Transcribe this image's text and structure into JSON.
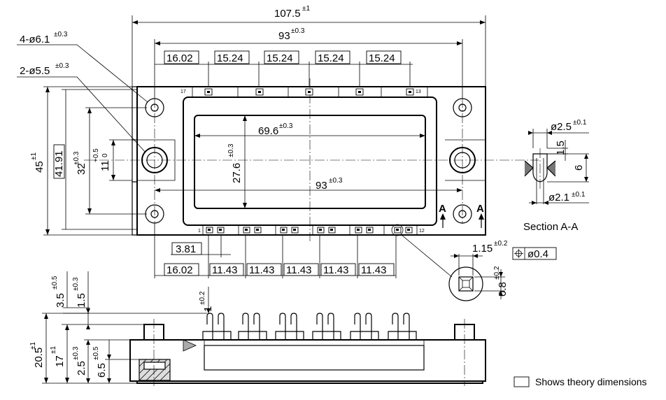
{
  "top_view": {
    "overall_width": "107.5",
    "overall_width_tol": "±1",
    "hole_pitch": "93",
    "hole_pitch_tol": "±0.3",
    "hole_large_label": "4-ø6.1",
    "hole_large_tol": "±0.3",
    "hole_small_label": "2-ø5.5",
    "hole_small_tol": "±0.3",
    "top_pin_dims": [
      "16.02",
      "15.24",
      "15.24",
      "15.24",
      "15.24"
    ],
    "inner_width": "69.6",
    "inner_width_tol": "±0.3",
    "inner_height": "27.6",
    "inner_height_tol": "±0.3",
    "inner_bottom_width": "93",
    "inner_bottom_width_tol": "±0.3",
    "overall_height": "45",
    "overall_height_tol": "±1",
    "body_height": "41.91",
    "hole_vertical_pitch": "32",
    "hole_vertical_pitch_tol": "±0.3",
    "slot_width": "11",
    "slot_width_tol_upper": "+0.5",
    "slot_width_tol_lower": "0",
    "section_mark": "A",
    "pin_numbers": {
      "top_left": "17",
      "top_right": "13",
      "bottom_left": "1",
      "bottom_right": "12"
    },
    "bottom_pin_offset": "3.81",
    "bottom_pin_dims": [
      "16.02",
      "11.43",
      "11.43",
      "11.43",
      "11.43",
      "11.43"
    ]
  },
  "pin_detail": {
    "tolerance_width": "1.15",
    "tolerance_width_tol": "±0.2",
    "position_tolerance": "ø0.4",
    "pin_size": "0.8",
    "pin_size_tol": "±0.2"
  },
  "section": {
    "top_dia": "ø2.5",
    "top_dia_tol": "±0.1",
    "depth": "1.5",
    "height": "6",
    "bottom_dia": "ø2.1",
    "bottom_dia_tol": "±0.1",
    "caption": "Section A-A"
  },
  "side_view": {
    "dim_a": "3.5",
    "dim_a_tol": "±0.5",
    "dim_b": "1.5",
    "dim_b_tol": "±0.3",
    "dim_c": "1",
    "dim_c_tol": "±0.2",
    "dim_total": "20.5",
    "dim_total_tol": "±1",
    "dim_body": "17",
    "dim_body_tol": "±1",
    "dim_base": "2.5",
    "dim_base_tol": "±0.3",
    "dim_stand": "6.5",
    "dim_stand_tol": "±0.5"
  },
  "legend": {
    "text": "Shows theory dimensions"
  }
}
